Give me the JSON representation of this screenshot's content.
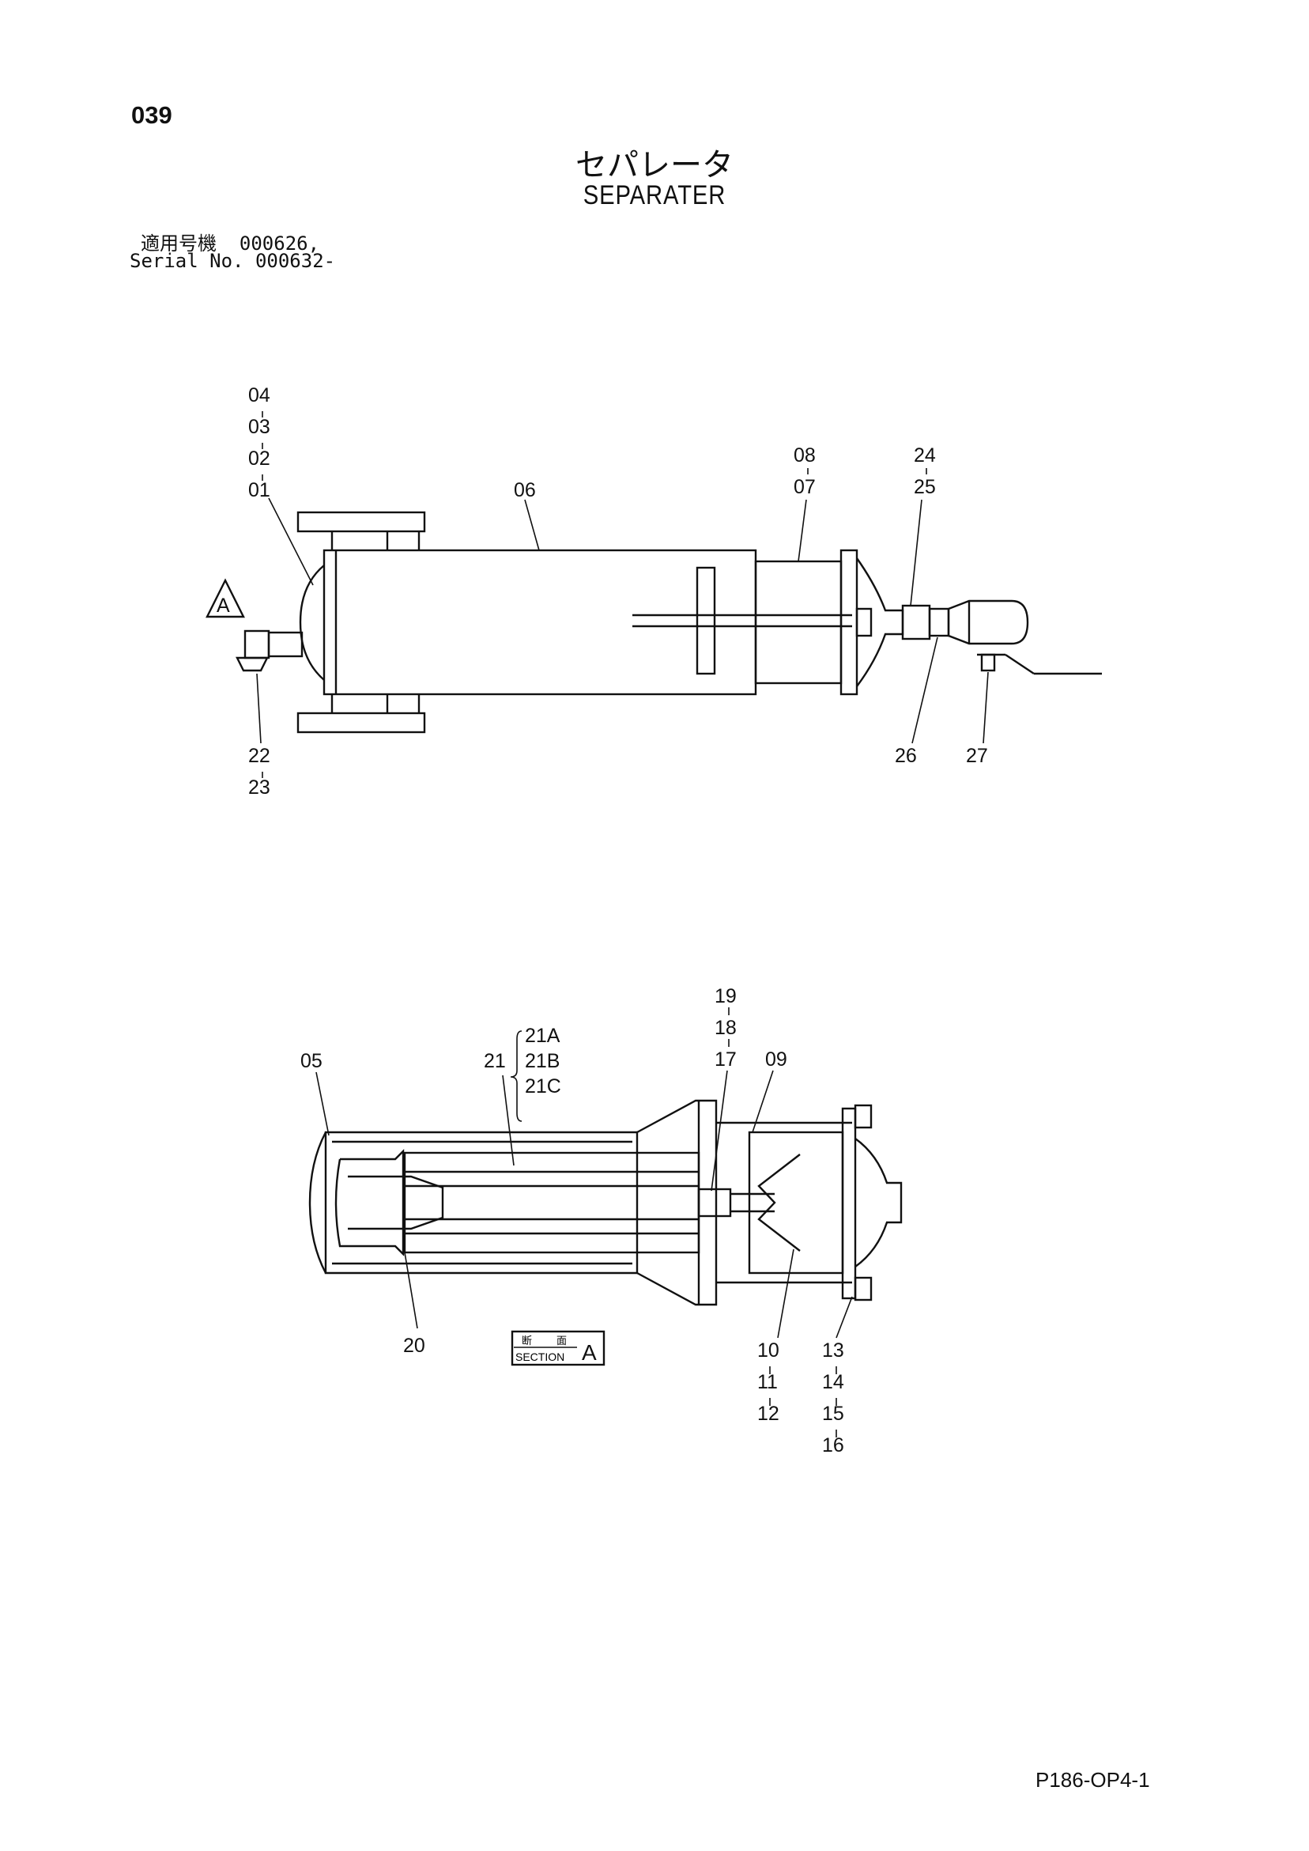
{
  "page_number": "039",
  "title_jp": "セパレータ",
  "title_en": "SEPARATER",
  "serial": {
    "label_jp": "適用号機",
    "value_jp": "000626,",
    "label_en": "Serial No.",
    "value_en": "000632-"
  },
  "page_code": "P186-OP4-1",
  "top_view": {
    "view_marker": "A",
    "labels": {
      "l04": "04",
      "l03": "03",
      "l02": "02",
      "l01": "01",
      "l06": "06",
      "l08": "08",
      "l07": "07",
      "l24": "24",
      "l25": "25",
      "l22": "22",
      "l23": "23",
      "l26": "26",
      "l27": "27"
    }
  },
  "section_view": {
    "labels": {
      "l05": "05",
      "l21": "21",
      "l21a": "21A",
      "l21b": "21B",
      "l21c": "21C",
      "l19": "19",
      "l18": "18",
      "l17": "17",
      "l09": "09",
      "l20": "20",
      "l10": "10",
      "l11": "11",
      "l12": "12",
      "l13": "13",
      "l14": "14",
      "l15": "15",
      "l16": "16"
    },
    "section_box": {
      "top_jp_1": "断",
      "top_jp_2": "面",
      "bottom": "SECTION",
      "letter": "A"
    }
  }
}
